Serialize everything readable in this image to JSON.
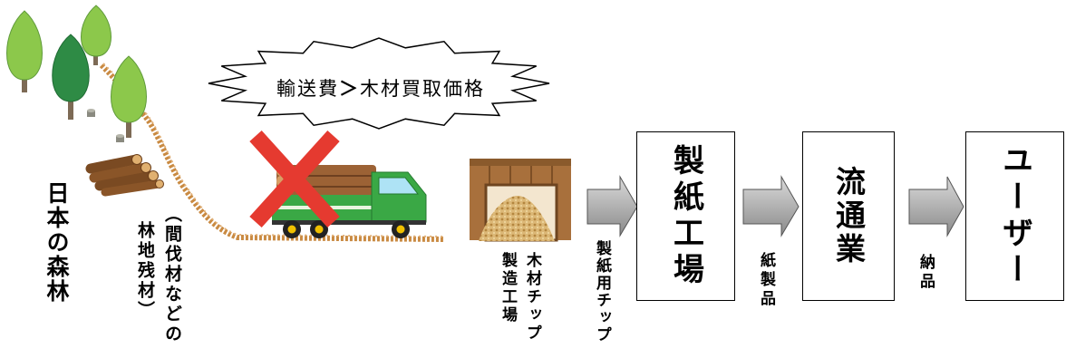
{
  "forest": {
    "label": "日本の森林"
  },
  "residue": {
    "line1": "（間伐材などの",
    "line2": "林地残材）"
  },
  "burst": {
    "before": "輸送費",
    "operator": "＞",
    "after": "木材買取価格"
  },
  "chip_factory": {
    "line1": "木材チップ",
    "line2": "製造工場"
  },
  "flow": {
    "arrow1_label": "製紙用チップ",
    "box1_label": "製紙工場",
    "arrow2_label": "紙製品",
    "box2_label": "流通業",
    "arrow3_label": "納品",
    "box3_label": "ユーザー"
  },
  "colors": {
    "tree_light": "#8cc84b",
    "tree_dark": "#2e8b45",
    "x_mark": "#e53a30",
    "truck_green": "#3aa845",
    "path_brown": "#c98a42",
    "box_border": "#000000"
  }
}
